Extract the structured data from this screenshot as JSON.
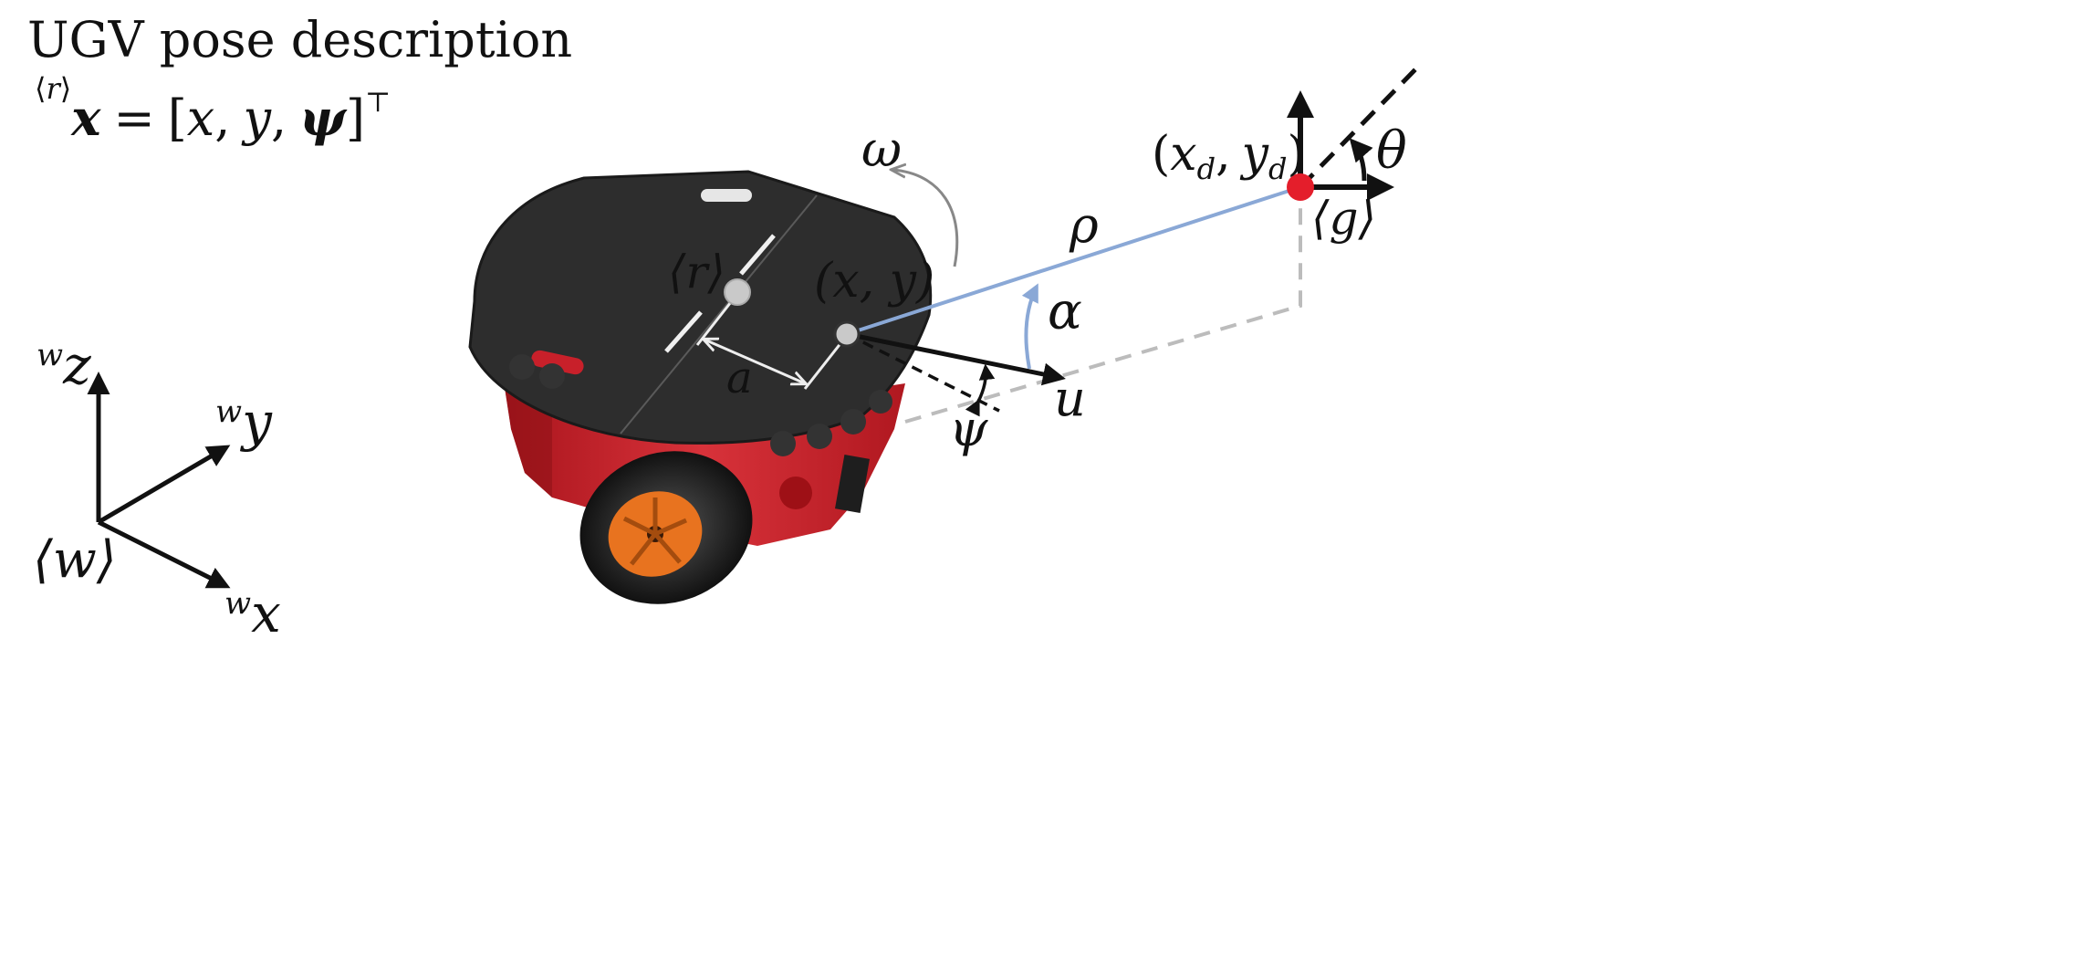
{
  "title": "UGV pose description",
  "pose_equation": {
    "prefix_frame": "r",
    "lhs": "x",
    "equals": "=",
    "open_bracket": "[",
    "x": "x",
    "y": "y",
    "psi": "ψ",
    "comma": ",",
    "close_bracket": "]",
    "transpose": "⊤"
  },
  "world_frame": {
    "frame_label": "⟨w⟩",
    "z_superscript": "w",
    "z_axis": "z",
    "y_superscript": "w",
    "y_axis": "y",
    "x_superscript": "w",
    "x_axis": "x"
  },
  "robot": {
    "frame_label": "⟨r⟩",
    "position_label": "(x, y)",
    "offset_label": "a",
    "angular_velocity_label": "ω",
    "heading_angle_label": "ψ",
    "velocity_label": "u",
    "body_color": "#c8202a",
    "plate_color": "#2d2d2d",
    "hub_color": "#e8731f"
  },
  "goal": {
    "position_label_open": "(",
    "xd_base": "x",
    "xd_sub": "d",
    "comma": ",",
    "yd_base": "y",
    "yd_sub": "d",
    "position_label_close": ")",
    "frame_label": "⟨g⟩",
    "orientation_label": "θ",
    "marker_color": "#e41e2b"
  },
  "relations": {
    "distance_label": "ρ",
    "bearing_label": "α",
    "distance_line_color": "#8aa8d6"
  }
}
